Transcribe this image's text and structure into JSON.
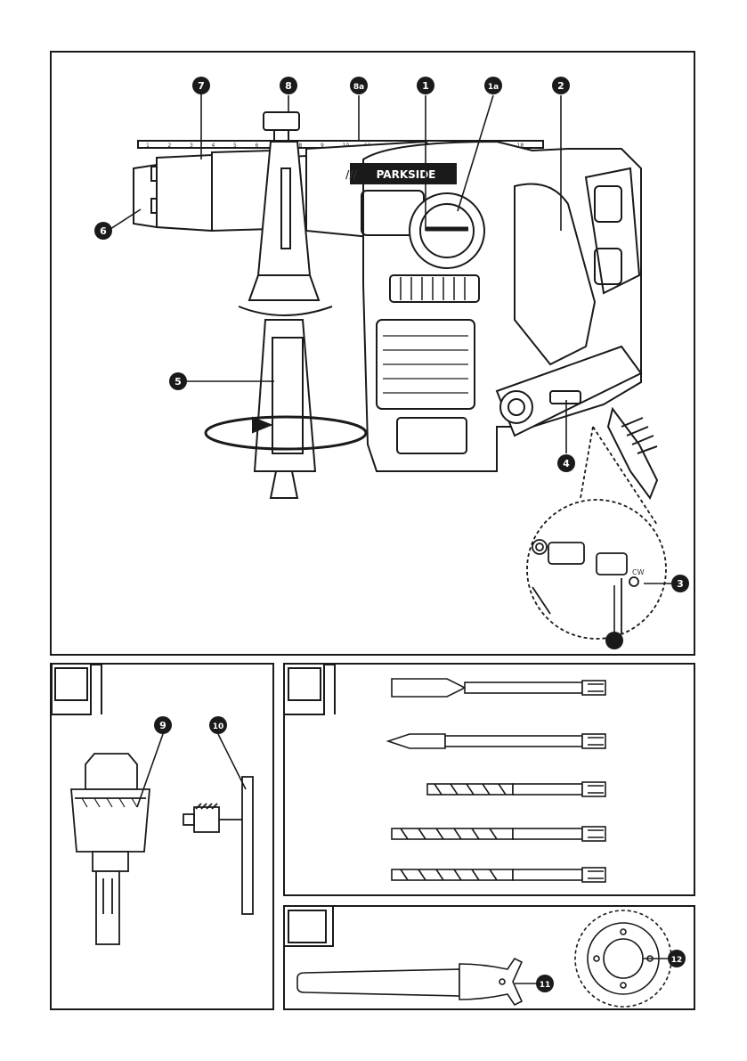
{
  "main_figure": {
    "brand_text": "PARKSIDE",
    "depth_scale_ticks": [
      "1",
      "2",
      "3",
      "4",
      "5",
      "6",
      "7",
      "8",
      "9",
      "10",
      "11",
      "12",
      "13",
      "14",
      "15",
      "16",
      "17",
      "18"
    ],
    "callouts": {
      "c1": "1",
      "c1a": "1a",
      "c2": "2",
      "c3": "3",
      "c4": "4",
      "c5": "5",
      "c6": "6",
      "c7": "7",
      "c8": "8",
      "c8a": "8a"
    },
    "inset_label": "CW"
  },
  "chuck_figure": {
    "callouts": {
      "c9": "9",
      "c10": "10"
    }
  },
  "bits_figure": {
    "bit_count": 5
  },
  "wrench_figure": {
    "callouts": {
      "c11": "11",
      "c12": "12"
    }
  }
}
